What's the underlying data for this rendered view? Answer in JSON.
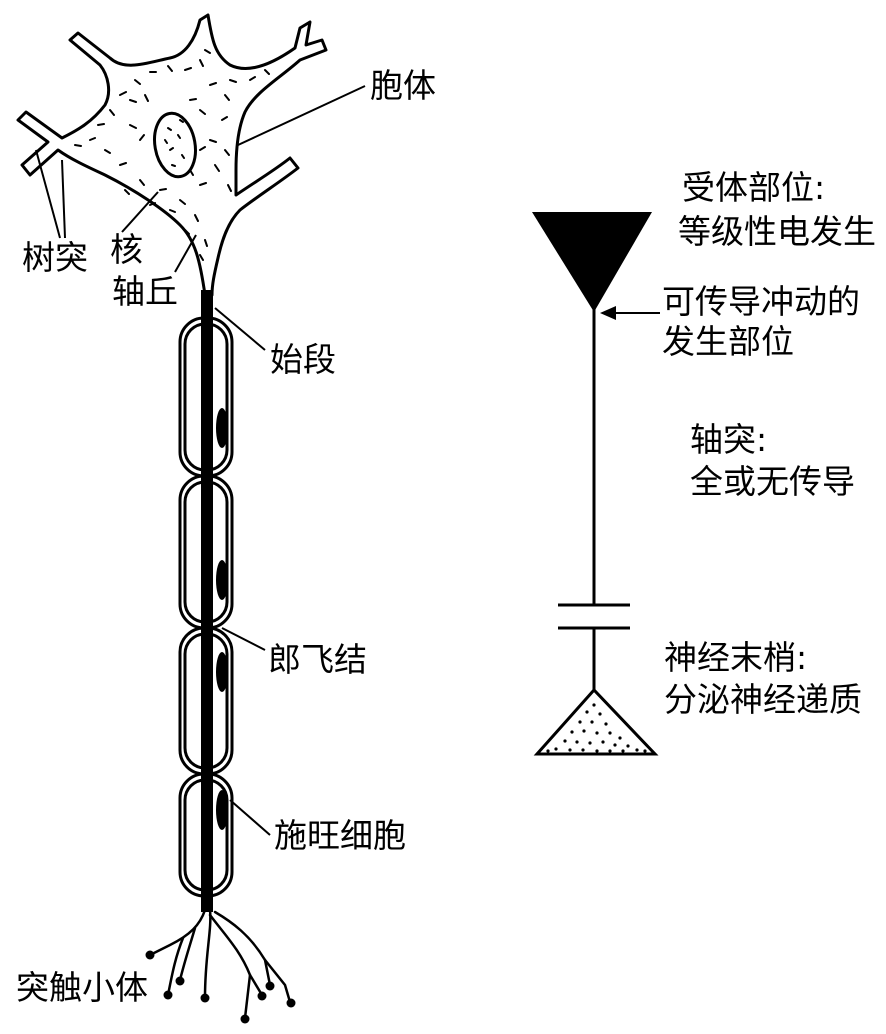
{
  "neuron_labels": {
    "soma": "胞体",
    "dendrite": "树突",
    "nucleus": "核",
    "axon_hillock": "轴丘",
    "initial_segment": "始段",
    "node_of_ranvier": "郎飞结",
    "schwann_cell": "施旺细胞",
    "synaptic_knob": "突触小体"
  },
  "schematic_labels": {
    "receptor_site_title": "受体部位:",
    "receptor_site_desc": "等级性电发生",
    "impulse_site_line1": "可传导冲动的",
    "impulse_site_line2": "发生部位",
    "axon_title": "轴突:",
    "axon_desc": "全或无传导",
    "terminal_title": "神经末梢:",
    "terminal_desc": "分泌神经递质"
  }
}
